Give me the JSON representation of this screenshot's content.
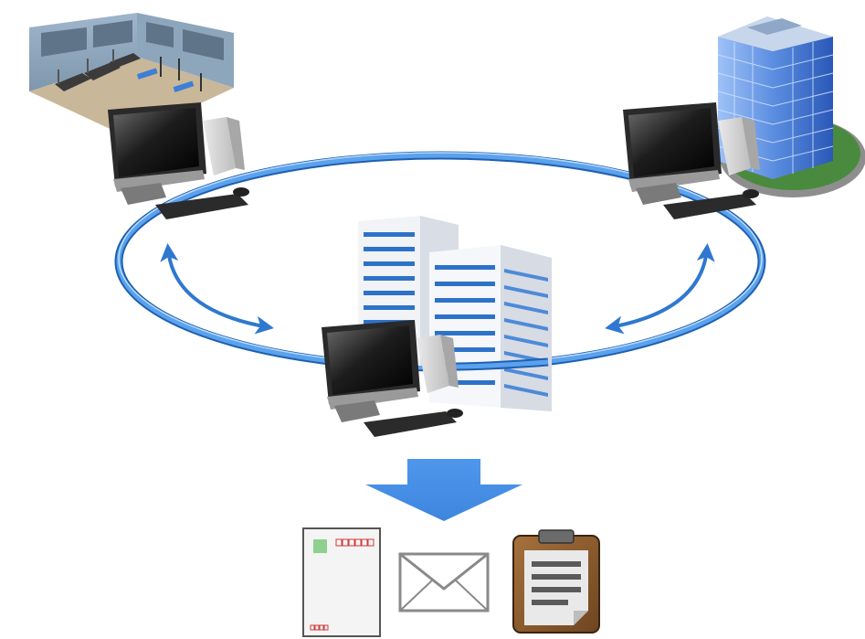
{
  "nodes": [
    {
      "id": "gym",
      "icon": "gym-room-icon"
    },
    {
      "id": "office-tower",
      "icon": "office-tower-icon"
    },
    {
      "id": "headquarters",
      "icon": "headquarters-buildings-icon"
    }
  ],
  "workstations": [
    {
      "id": "gym-pc",
      "icon": "desktop-computer-icon"
    },
    {
      "id": "office-pc",
      "icon": "desktop-computer-icon"
    },
    {
      "id": "hq-pc",
      "icon": "desktop-computer-icon"
    }
  ],
  "outputs": [
    {
      "id": "postcard",
      "icon": "postcard-icon"
    },
    {
      "id": "envelope",
      "icon": "envelope-icon"
    },
    {
      "id": "clipboard",
      "icon": "clipboard-icon"
    }
  ],
  "colors": {
    "ring": "#3a86d6",
    "ring_highlight": "#b9dcff",
    "arrow_down": "#4a93ea",
    "screen": "#1c1c1c",
    "monitor_frame": "#2a2a2a",
    "tower_blue": "#3d6fd0",
    "tower_glass": "#8fb6f2",
    "hq_stripe": "#2d72c9",
    "clipboard_board": "#8a5a2b",
    "postcard_stamp": "#d23a3a"
  }
}
